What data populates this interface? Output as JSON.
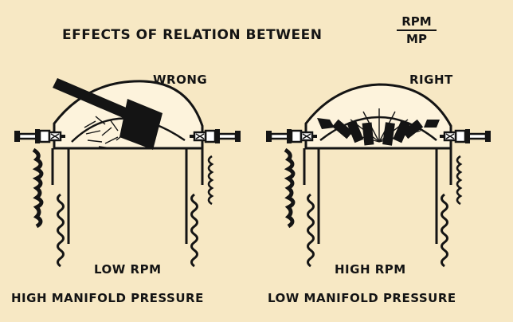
{
  "title": {
    "main": "EFFECTS OF RELATION BETWEEN",
    "ratio_numerator": "RPM",
    "ratio_denominator": "MP"
  },
  "panels": {
    "left": {
      "label": "WRONG",
      "caption_line1": "LOW RPM",
      "caption_line2": "HIGH MANIFOLD PRESSURE"
    },
    "right": {
      "label": "RIGHT",
      "caption_line1": "HIGH RPM",
      "caption_line2": "LOW MANIFOLD PRESSURE"
    }
  },
  "colors": {
    "background": "#f7e8c4",
    "ink": "#141414"
  },
  "icons": {
    "left": [
      "cylinder-head-icon",
      "spark-plug-icon",
      "detonation-slug-icon",
      "cooling-fin-icon"
    ],
    "right": [
      "cylinder-head-icon",
      "spark-plug-icon",
      "flame-front-icon",
      "cooling-fin-icon"
    ]
  }
}
